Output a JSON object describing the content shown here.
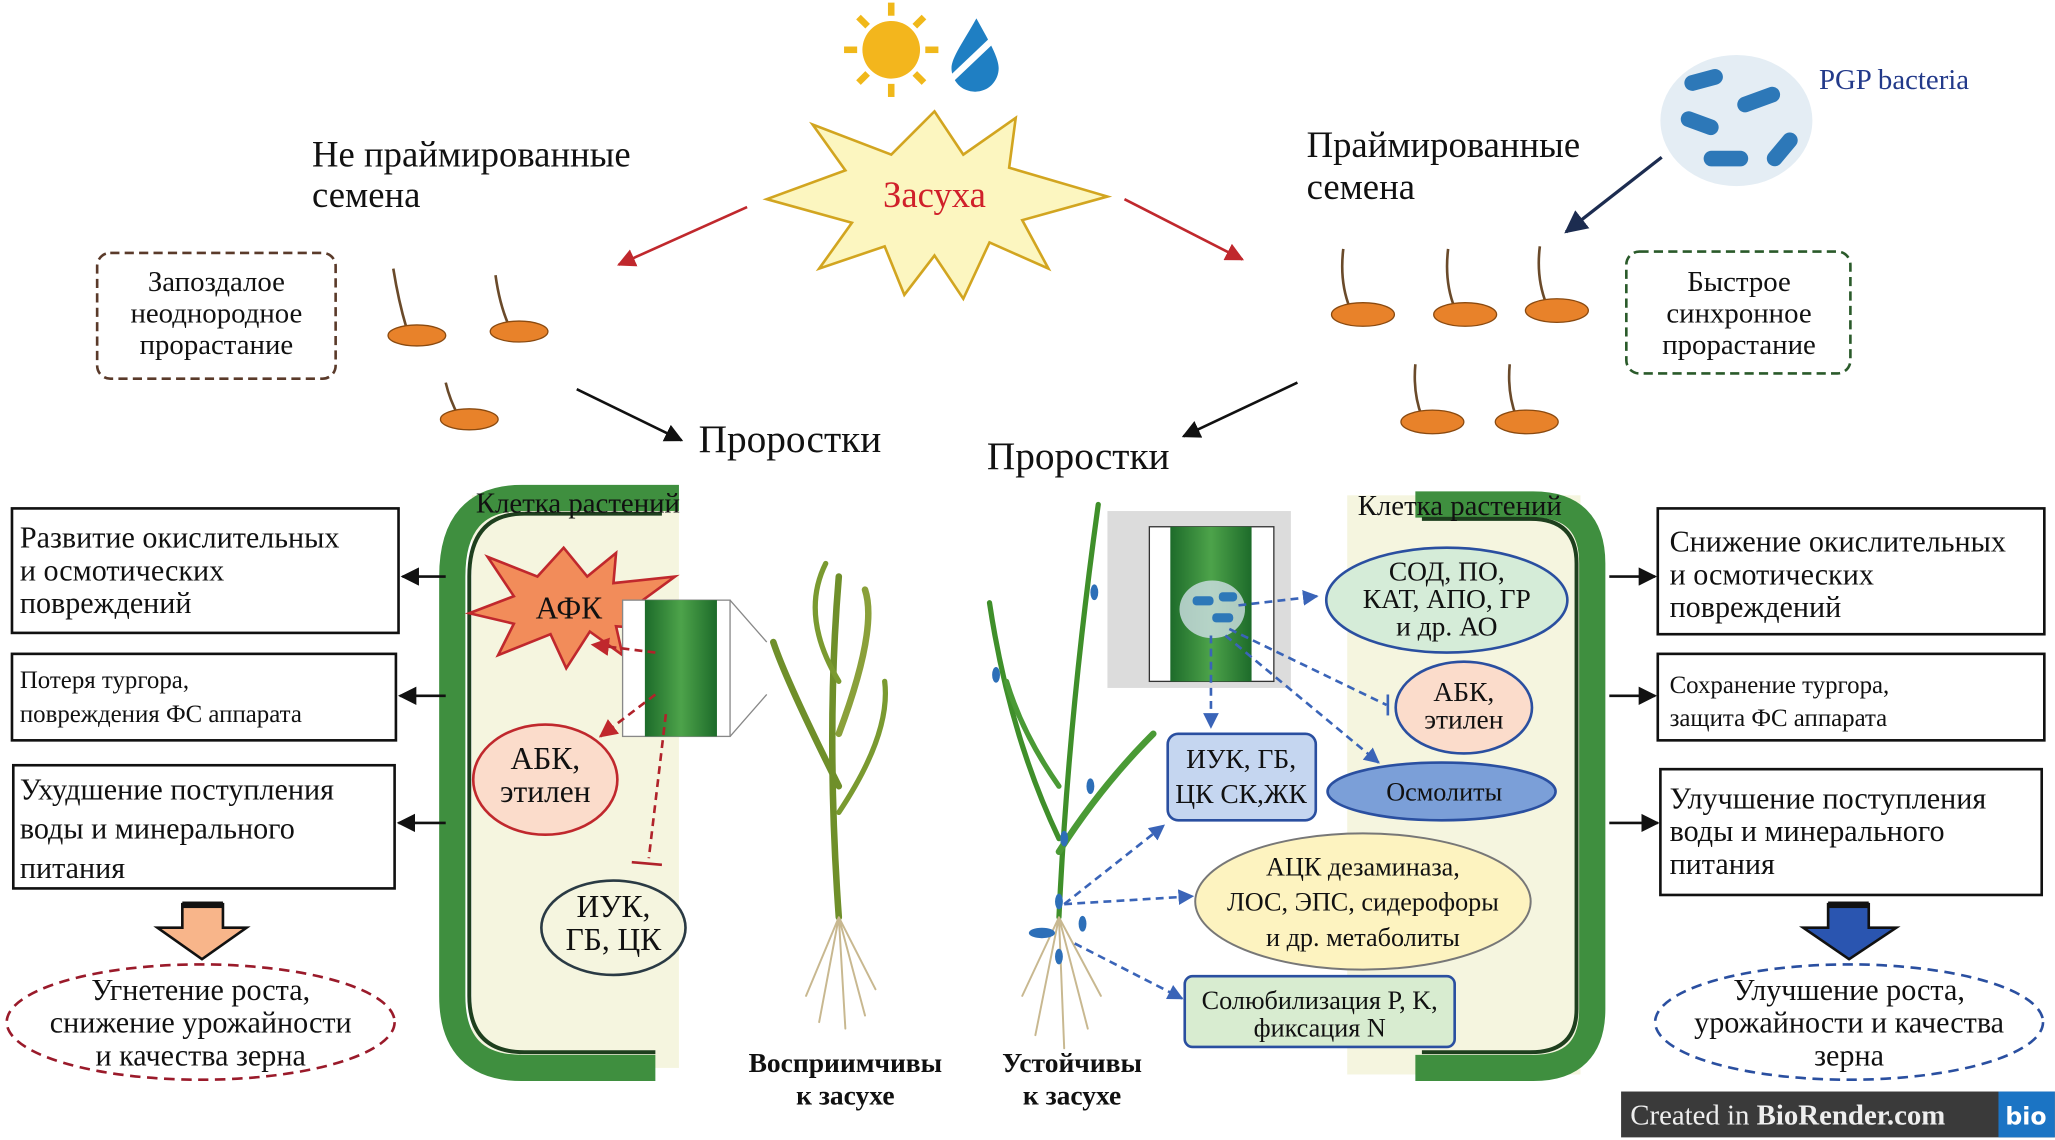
{
  "drought": {
    "label": "Засуха",
    "color": "#d0202a"
  },
  "sun_icon": "sun-icon",
  "water_icon": "no-water-drop-icon",
  "unprimed": {
    "title_l1": "Не праймированные",
    "title_l2": "семена",
    "germination": [
      "Запоздалое",
      "неоднородное",
      "прорастание"
    ],
    "seedlings": "Проростки"
  },
  "primed": {
    "title_l1": "Праймированные",
    "title_l2": "семена",
    "germination": [
      "Быстрое",
      "синхронное",
      "прорастание"
    ],
    "seedlings": "Проростки",
    "bacteria_label": "PGP bacteria"
  },
  "left_cell": {
    "label": "Клетка растений",
    "afk": "АФК",
    "abk": [
      "АБК,",
      "этилен"
    ],
    "iuk": [
      "ИУК,",
      "ГБ, ЦК"
    ],
    "effects": [
      [
        "Развитие окислительных",
        "и осмотических",
        "повреждений"
      ],
      [
        "Потеря тургора,",
        "повреждения ФС аппарата"
      ],
      [
        "Ухудшение поступления",
        "воды и минерального",
        "питания"
      ]
    ],
    "outcome": [
      "Угнетение роста,",
      "снижение урожайности",
      "и качества зерна"
    ],
    "plant_label": [
      "Восприимчивы",
      "к засухе"
    ]
  },
  "right_cell": {
    "label": "Клетка растений",
    "antioxidants": [
      "СОД, ПО,",
      "КАТ,  АПО, ГР",
      "и др. АО"
    ],
    "abk": [
      "АБК,",
      "этилен"
    ],
    "hormones": [
      "ИУК, ГБ,",
      "ЦК СК,ЖК"
    ],
    "osmolytes": "Осмолиты",
    "metabolites": [
      "АЦК дезаминаза,",
      "ЛОС, ЭПС, сидерофоры",
      "и др. метаболиты"
    ],
    "solubilization": [
      "Солюбилизация P, K,",
      "фиксация N"
    ],
    "effects": [
      [
        "Снижение окислительных",
        "и осмотических",
        "повреждений"
      ],
      [
        "Сохранение тургора,",
        "защита ФС аппарата"
      ],
      [
        "Улучшение поступления",
        "воды и минерального",
        "питания"
      ]
    ],
    "outcome": [
      "Улучшение роста,",
      "урожайности и качества",
      "зерна"
    ],
    "plant_label": [
      "Устойчивы",
      "к засухе"
    ]
  },
  "badge": {
    "prefix": "Created in ",
    "brand": "BioRender.com",
    "logo": "bio"
  },
  "colors": {
    "wall": "#3f8f3f",
    "cytoplasm": "#f5f5df",
    "red_path": "#b0222a",
    "blue_path": "#3a64b8",
    "seed": "#e8822a"
  }
}
